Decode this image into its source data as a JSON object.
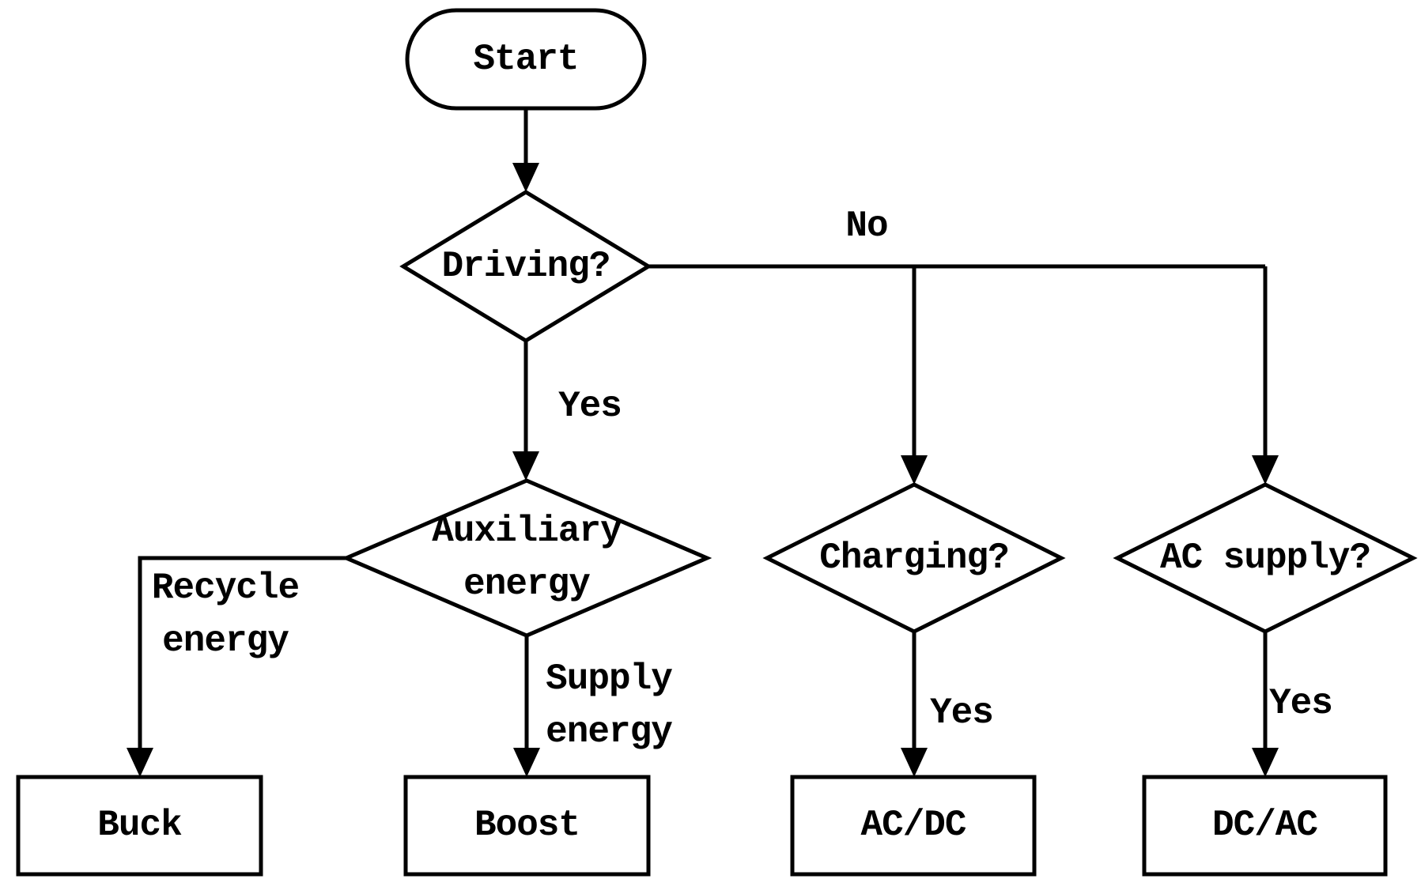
{
  "diagram": {
    "type": "flowchart",
    "background_color": "#ffffff",
    "stroke_color": "#000000",
    "nodes": {
      "start": {
        "label": "Start",
        "shape": "terminator"
      },
      "driving": {
        "label": "Driving?",
        "shape": "decision"
      },
      "auxiliary_energy": {
        "label": "Auxiliary\nenergy",
        "shape": "decision"
      },
      "charging": {
        "label": "Charging?",
        "shape": "decision"
      },
      "ac_supply": {
        "label": "AC supply?",
        "shape": "decision"
      },
      "buck": {
        "label": "Buck",
        "shape": "process"
      },
      "boost": {
        "label": "Boost",
        "shape": "process"
      },
      "ac_dc": {
        "label": "AC/DC",
        "shape": "process"
      },
      "dc_ac": {
        "label": "DC/AC",
        "shape": "process"
      }
    },
    "edges": [
      {
        "from": "start",
        "to": "driving"
      },
      {
        "from": "driving",
        "to": "auxiliary_energy",
        "label": "Yes"
      },
      {
        "from": "driving",
        "to": "charging",
        "label": "No"
      },
      {
        "from": "driving",
        "to": "ac_supply",
        "label": "No"
      },
      {
        "from": "auxiliary_energy",
        "to": "buck",
        "label": "Recycle\nenergy"
      },
      {
        "from": "auxiliary_energy",
        "to": "boost",
        "label": "Supply\nenergy"
      },
      {
        "from": "charging",
        "to": "ac_dc",
        "label": "Yes"
      },
      {
        "from": "ac_supply",
        "to": "dc_ac",
        "label": "Yes"
      }
    ]
  }
}
